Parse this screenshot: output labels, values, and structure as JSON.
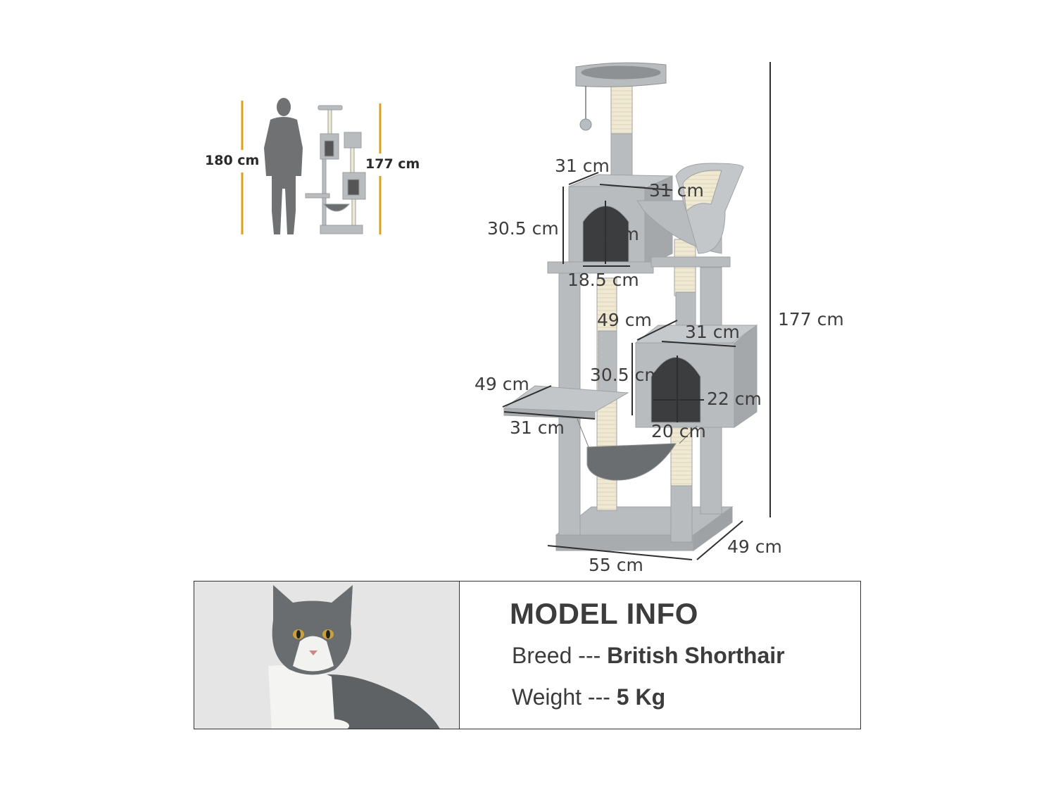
{
  "comparison": {
    "person_height": "180 cm",
    "tree_height": "177 cm"
  },
  "dimensions": {
    "top_platform_depth": "31 cm",
    "top_platform_width": "31 cm",
    "upper_condo_height": "30.5 cm",
    "upper_door_height": "22 cm",
    "upper_door_width": "18.5 cm",
    "lower_condo_width": "49 cm",
    "lower_condo_depth": "31 cm",
    "lower_condo_height": "30.5 cm",
    "lower_door_height": "22 cm",
    "lower_door_width": "20 cm",
    "side_platform_width": "49 cm",
    "side_platform_depth": "31 cm",
    "total_height": "177 cm",
    "base_depth": "49 cm",
    "base_width": "55 cm"
  },
  "model_info": {
    "title": "MODEL INFO",
    "breed_label": "Breed --- ",
    "breed_value": "British Shorthair",
    "weight_label": "Weight --- ",
    "weight_value": "5 Kg"
  },
  "colors": {
    "plush": "#b9bcbf",
    "plush_dark": "#9a9da0",
    "sisal": "#efe8d2",
    "guide_lines": "#d9a21a",
    "dim_lines": "#2f2f2f"
  }
}
